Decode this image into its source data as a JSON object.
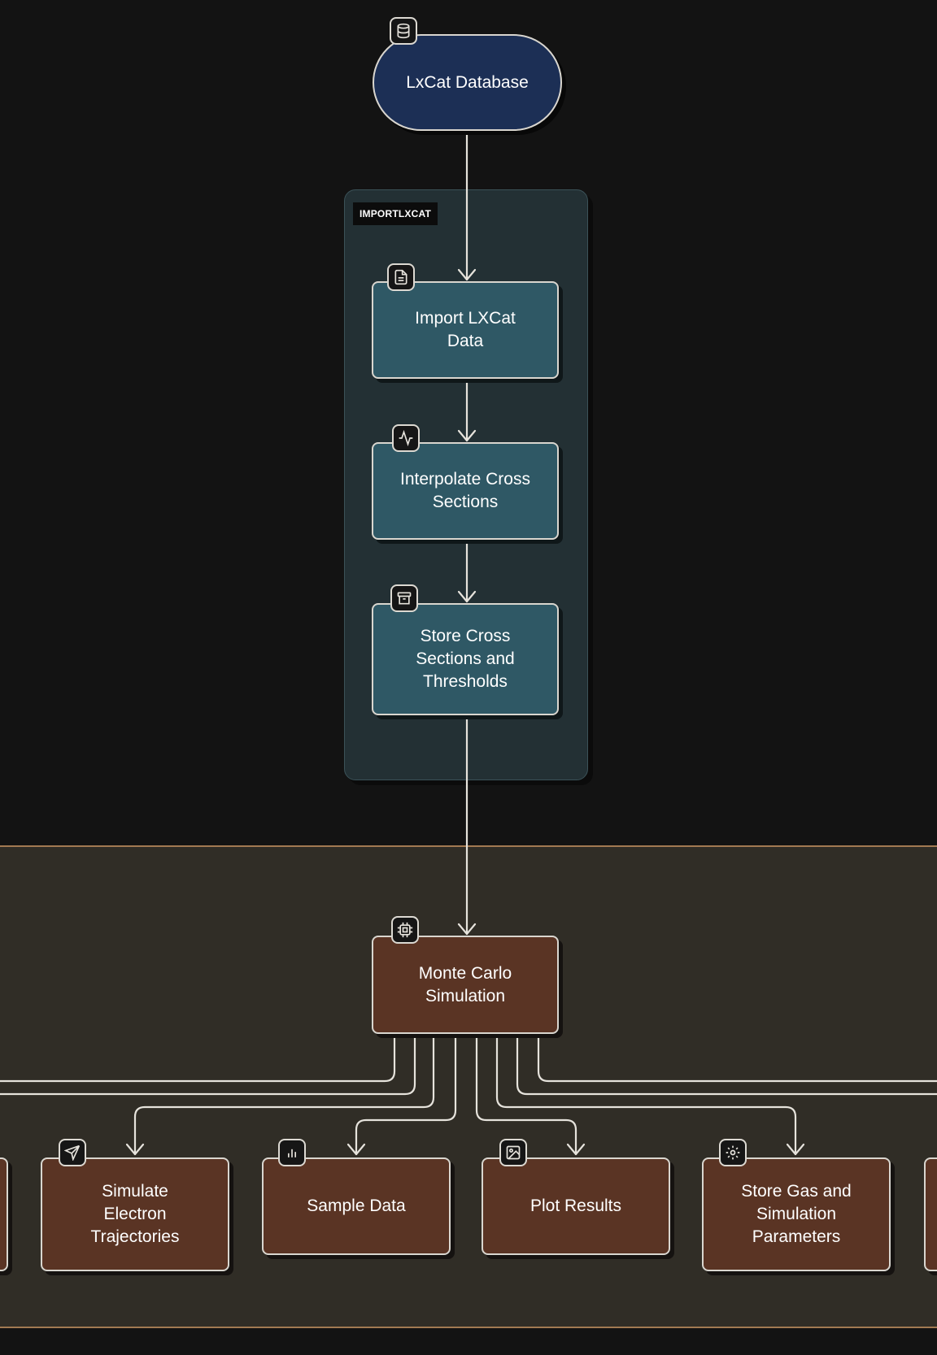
{
  "clusters": {
    "import": {
      "label": "IMPORTLXCAT"
    }
  },
  "nodes": {
    "lxcat_db": {
      "label": "LxCat Database",
      "icon": "database-icon"
    },
    "import_data": {
      "label": "Import LXCat Data",
      "icon": "file-text-icon"
    },
    "interpolate": {
      "label": "Interpolate Cross Sections",
      "icon": "activity-icon"
    },
    "store_cross": {
      "label": "Store Cross Sections and Thresholds",
      "icon": "archive-icon"
    },
    "monte_carlo": {
      "label": "Monte Carlo Simulation",
      "icon": "cpu-icon"
    },
    "simulate": {
      "label": "Simulate Electron Trajectories",
      "icon": "navigation-icon"
    },
    "sample": {
      "label": "Sample Data",
      "icon": "bar-chart-icon"
    },
    "plot": {
      "label": "Plot Results",
      "icon": "image-icon"
    },
    "store_gas": {
      "label": "Store Gas and Simulation Parameters",
      "icon": "gear-icon"
    }
  },
  "colors": {
    "background": "#131313",
    "db_node": "#1c2f55",
    "import_node": "#2f5865",
    "import_cluster": "#233034",
    "mc_node": "#5a3424",
    "mc_cluster": "#302d26",
    "mc_cluster_border": "#a27a52",
    "edge": "#e6e3dc"
  }
}
